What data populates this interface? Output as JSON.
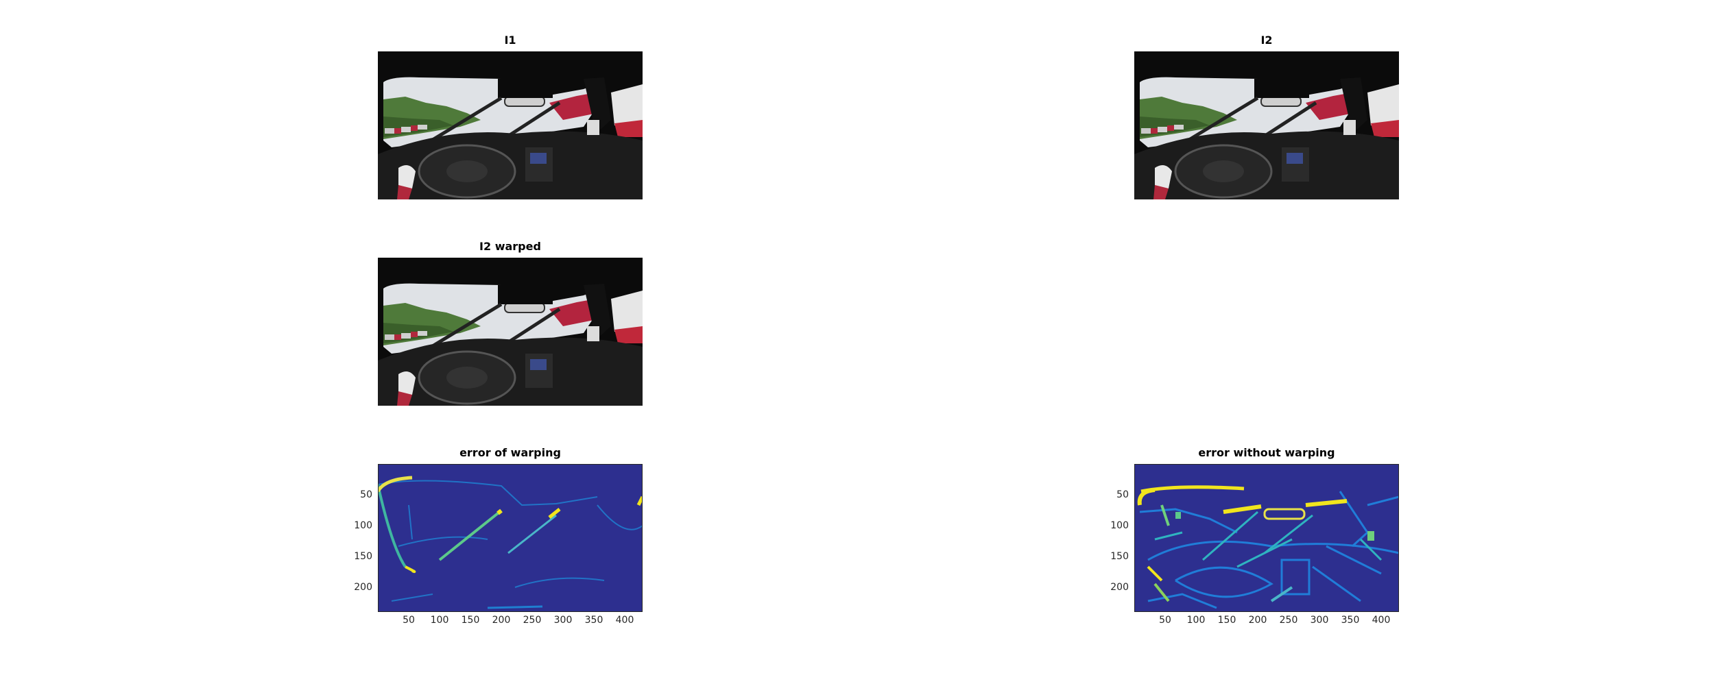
{
  "panels": {
    "i1": {
      "title": "I1"
    },
    "i2": {
      "title": "I2"
    },
    "i2_warped": {
      "title": "I2 warped"
    },
    "err_warp": {
      "title": "error of warping"
    },
    "err_nowarp": {
      "title": "error without warping"
    }
  },
  "axes": {
    "x_ticks": [
      "50",
      "100",
      "150",
      "200",
      "250",
      "300",
      "350",
      "400"
    ],
    "y_ticks": [
      "50",
      "100",
      "150",
      "200"
    ]
  },
  "colors": {
    "heatmap_low": "#2d2f8f",
    "heatmap_mid": "#1f9ad9",
    "heatmap_high": "#f1e51d"
  }
}
